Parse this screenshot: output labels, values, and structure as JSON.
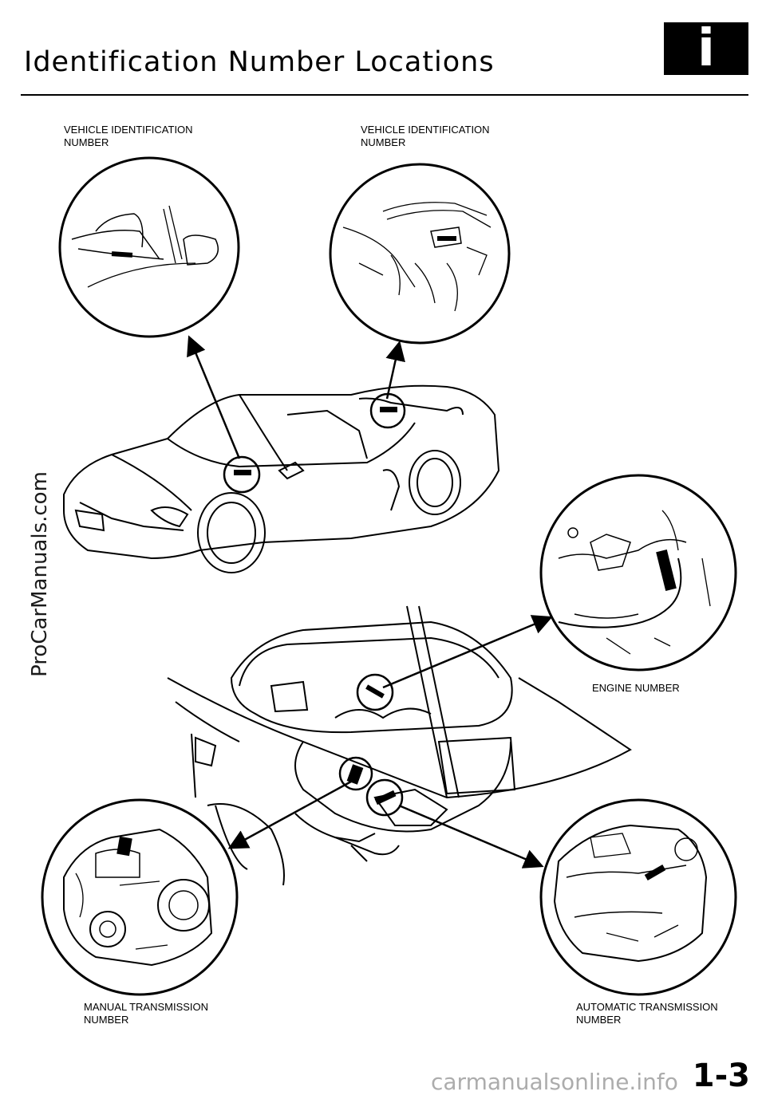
{
  "header": {
    "title": "Identification Number Locations",
    "info_icon": "info-icon",
    "info_letter": "i"
  },
  "callouts": {
    "vin_windshield": [
      "VEHICLE IDENTIFICATION",
      "NUMBER"
    ],
    "vin_bulkhead": [
      "VEHICLE  IDENTIFICATION",
      "NUMBER"
    ],
    "engine": [
      "ENGINE  NUMBER"
    ],
    "manual_transmission": [
      "MANUAL  TRANSMISSION",
      "NUMBER"
    ],
    "automatic_transmission": [
      "AUTOMATIC  TRANSMISSION",
      "NUMBER"
    ]
  },
  "watermark_side": "ProCarManuals.com",
  "watermark_footer": "carmanualsonline.info",
  "page_number": "1-3"
}
